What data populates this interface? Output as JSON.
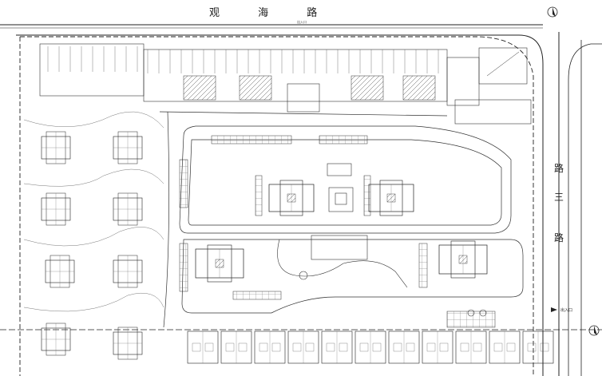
{
  "roads": {
    "north_name": "观 海 路",
    "east_name_chars": [
      "路",
      "三",
      "路"
    ],
    "entrance_note": "出入口",
    "exit_note": "出入口"
  },
  "colors": {
    "ink": "#1a1a1a",
    "line": "#333333",
    "light": "#8a8a8a",
    "paper": "#ffffff"
  },
  "icons": {
    "north_arrow_top": "north-arrow-icon",
    "north_arrow_bottom": "north-arrow-icon"
  }
}
